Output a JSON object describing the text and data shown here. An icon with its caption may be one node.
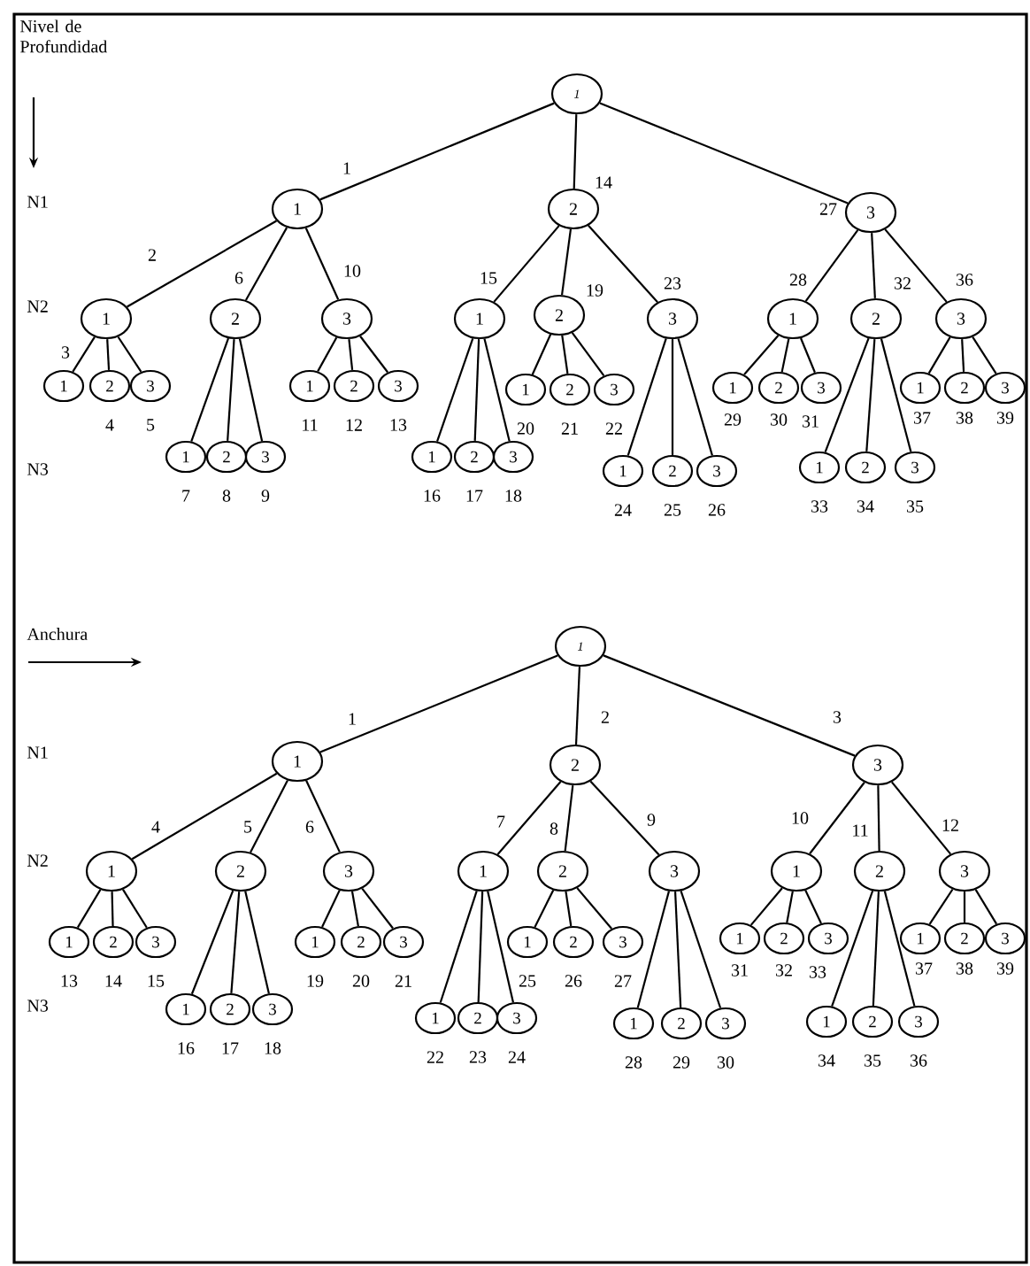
{
  "diagram": {
    "nodes": [
      {
        "text": [
          "1"
        ]
      },
      {
        "text": [
          "1"
        ],
        "beside": [
          "1"
        ]
      },
      {
        "text": [
          "2"
        ],
        "beside": [
          "14"
        ]
      },
      {
        "text": [
          "3"
        ],
        "beside": [
          "27"
        ]
      },
      {
        "text": [
          "1"
        ],
        "beside": [
          "2"
        ]
      },
      {
        "text": [
          "2"
        ],
        "beside": [
          "6"
        ]
      },
      {
        "text": [
          "3"
        ],
        "beside": [
          "10"
        ]
      },
      {
        "text": [
          "1"
        ],
        "beside": [
          "15"
        ]
      },
      {
        "text": [
          "2"
        ],
        "beside": [
          "19"
        ]
      },
      {
        "text": [
          "3"
        ],
        "beside": [
          "23"
        ]
      },
      {
        "text": [
          "1"
        ],
        "beside": [
          "28"
        ]
      },
      {
        "text": [
          "2"
        ],
        "beside": [
          "32"
        ]
      },
      {
        "text": [
          "3"
        ],
        "beside": [
          "36"
        ]
      },
      {
        "text": [
          "1"
        ],
        "beside": [
          "3"
        ]
      },
      {
        "text": [
          "2"
        ],
        "beside": [
          "4"
        ]
      },
      {
        "text": [
          "3"
        ],
        "beside": [
          "5"
        ]
      },
      {
        "text": [
          "1"
        ],
        "beside": [
          "7"
        ]
      },
      {
        "text": [
          "2"
        ],
        "beside": [
          "8"
        ]
      },
      {
        "text": [
          "3"
        ],
        "beside": [
          "9"
        ]
      },
      {
        "text": [
          "1"
        ],
        "beside": [
          "11"
        ]
      },
      {
        "text": [
          "2"
        ],
        "beside": [
          "12"
        ]
      },
      {
        "text": [
          "3"
        ],
        "beside": [
          "13"
        ]
      },
      {
        "text": [
          "1"
        ],
        "beside": [
          "16"
        ]
      },
      {
        "text": [
          "2"
        ],
        "beside": [
          "17"
        ]
      },
      {
        "text": [
          "3"
        ],
        "beside": [
          "18"
        ]
      },
      {
        "text": [
          "1"
        ],
        "beside": [
          "20"
        ]
      },
      {
        "text": [
          "2"
        ],
        "beside": [
          "21"
        ]
      },
      {
        "text": [
          "3"
        ],
        "beside": [
          "22"
        ]
      },
      {
        "text": [
          "1"
        ],
        "beside": [
          "24"
        ]
      },
      {
        "text": [
          "2"
        ],
        "beside": [
          "25"
        ]
      },
      {
        "text": [
          "3"
        ],
        "beside": [
          "26"
        ]
      },
      {
        "text": [
          "1"
        ],
        "beside": [
          "29"
        ]
      },
      {
        "text": [
          "2"
        ],
        "beside": [
          "30"
        ]
      },
      {
        "text": [
          "3"
        ],
        "beside": [
          "31"
        ]
      },
      {
        "text": [
          "1"
        ],
        "beside": [
          "33"
        ]
      },
      {
        "text": [
          "2"
        ],
        "beside": [
          "34"
        ]
      },
      {
        "text": [
          "3"
        ],
        "beside": [
          "35"
        ]
      },
      {
        "text": [
          "1"
        ],
        "beside": [
          "37"
        ]
      },
      {
        "text": [
          "2"
        ],
        "beside": [
          "38"
        ]
      },
      {
        "text": [
          "3"
        ],
        "beside": [
          "39"
        ]
      },
      {
        "text": [
          "1"
        ]
      },
      {
        "text": [
          "1"
        ],
        "beside": [
          "1"
        ]
      },
      {
        "text": [
          "2"
        ],
        "beside": [
          "2"
        ]
      },
      {
        "text": [
          "3"
        ],
        "beside": [
          "3"
        ]
      },
      {
        "text": [
          "1"
        ],
        "beside": [
          "4"
        ]
      },
      {
        "text": [
          "2"
        ],
        "beside": [
          "5"
        ]
      },
      {
        "text": [
          "3"
        ],
        "beside": [
          "6"
        ]
      },
      {
        "text": [
          "1"
        ],
        "beside": [
          "7"
        ]
      },
      {
        "text": [
          "2"
        ],
        "beside": [
          "8"
        ]
      },
      {
        "text": [
          "3"
        ],
        "beside": [
          "9"
        ]
      },
      {
        "text": [
          "1"
        ],
        "beside": [
          "10"
        ]
      },
      {
        "text": [
          "2"
        ],
        "beside": [
          "11"
        ]
      },
      {
        "text": [
          "3"
        ],
        "beside": [
          "12"
        ]
      },
      {
        "text": [
          "1"
        ],
        "beside": [
          "13"
        ]
      },
      {
        "text": [
          "2"
        ],
        "beside": [
          "14"
        ]
      },
      {
        "text": [
          "3"
        ],
        "beside": [
          "15"
        ]
      },
      {
        "text": [
          "1"
        ],
        "beside": [
          "16"
        ]
      },
      {
        "text": [
          "2"
        ],
        "beside": [
          "17"
        ]
      },
      {
        "text": [
          "3"
        ],
        "beside": [
          "18"
        ]
      },
      {
        "text": [
          "1"
        ],
        "beside": [
          "19"
        ]
      },
      {
        "text": [
          "2"
        ],
        "beside": [
          "20"
        ]
      },
      {
        "text": [
          "3"
        ],
        "beside": [
          "21"
        ]
      },
      {
        "text": [
          "1"
        ],
        "beside": [
          "22"
        ]
      },
      {
        "text": [
          "2"
        ],
        "beside": [
          "23"
        ]
      },
      {
        "text": [
          "3"
        ],
        "beside": [
          "24"
        ]
      },
      {
        "text": [
          "1"
        ],
        "beside": [
          "25"
        ]
      },
      {
        "text": [
          "2"
        ],
        "beside": [
          "26"
        ]
      },
      {
        "text": [
          "3"
        ],
        "beside": [
          "27"
        ]
      },
      {
        "text": [
          "1"
        ],
        "beside": [
          "28"
        ]
      },
      {
        "text": [
          "2"
        ],
        "beside": [
          "29"
        ]
      },
      {
        "text": [
          "3"
        ],
        "beside": [
          "30"
        ]
      },
      {
        "text": [
          "1"
        ],
        "beside": [
          "31"
        ]
      },
      {
        "text": [
          "2"
        ],
        "beside": [
          "32"
        ]
      },
      {
        "text": [
          "3"
        ],
        "beside": [
          "33"
        ]
      },
      {
        "text": [
          "1"
        ],
        "beside": [
          "34"
        ]
      },
      {
        "text": [
          "2"
        ],
        "beside": [
          "35"
        ]
      },
      {
        "text": [
          "3"
        ],
        "beside": [
          "36"
        ]
      },
      {
        "text": [
          "1"
        ],
        "beside": [
          "37"
        ]
      },
      {
        "text": [
          "2"
        ],
        "beside": [
          "38"
        ]
      },
      {
        "text": [
          "3"
        ],
        "beside": [
          "39"
        ]
      }
    ],
    "edges": [
      {
        "from": 0,
        "to": 1,
        "arrow": "none"
      },
      {
        "from": 0,
        "to": 2,
        "arrow": "none"
      },
      {
        "from": 0,
        "to": 3,
        "arrow": "none"
      },
      {
        "from": 1,
        "to": 4,
        "arrow": "none"
      },
      {
        "from": 1,
        "to": 5,
        "arrow": "none"
      },
      {
        "from": 1,
        "to": 6,
        "arrow": "none"
      },
      {
        "from": 2,
        "to": 7,
        "arrow": "none"
      },
      {
        "from": 2,
        "to": 8,
        "arrow": "none"
      },
      {
        "from": 2,
        "to": 9,
        "arrow": "none"
      },
      {
        "from": 3,
        "to": 10,
        "arrow": "none"
      },
      {
        "from": 3,
        "to": 11,
        "arrow": "none"
      },
      {
        "from": 3,
        "to": 12,
        "arrow": "none"
      },
      {
        "from": 4,
        "to": 13,
        "arrow": "none"
      },
      {
        "from": 4,
        "to": 14,
        "arrow": "none"
      },
      {
        "from": 4,
        "to": 15,
        "arrow": "none"
      },
      {
        "from": 5,
        "to": 16,
        "arrow": "none"
      },
      {
        "from": 5,
        "to": 17,
        "arrow": "none"
      },
      {
        "from": 5,
        "to": 18,
        "arrow": "none"
      },
      {
        "from": 6,
        "to": 19,
        "arrow": "none"
      },
      {
        "from": 6,
        "to": 20,
        "arrow": "none"
      },
      {
        "from": 6,
        "to": 21,
        "arrow": "none"
      },
      {
        "from": 7,
        "to": 22,
        "arrow": "none"
      },
      {
        "from": 7,
        "to": 23,
        "arrow": "none"
      },
      {
        "from": 7,
        "to": 24,
        "arrow": "none"
      },
      {
        "from": 8,
        "to": 25,
        "arrow": "none"
      },
      {
        "from": 8,
        "to": 26,
        "arrow": "none"
      },
      {
        "from": 8,
        "to": 27,
        "arrow": "none"
      },
      {
        "from": 9,
        "to": 28,
        "arrow": "none"
      },
      {
        "from": 9,
        "to": 29,
        "arrow": "none"
      },
      {
        "from": 9,
        "to": 30,
        "arrow": "none"
      },
      {
        "from": 10,
        "to": 31,
        "arrow": "none"
      },
      {
        "from": 10,
        "to": 32,
        "arrow": "none"
      },
      {
        "from": 10,
        "to": 33,
        "arrow": "none"
      },
      {
        "from": 11,
        "to": 34,
        "arrow": "none"
      },
      {
        "from": 11,
        "to": 35,
        "arrow": "none"
      },
      {
        "from": 11,
        "to": 36,
        "arrow": "none"
      },
      {
        "from": 12,
        "to": 37,
        "arrow": "none"
      },
      {
        "from": 12,
        "to": 38,
        "arrow": "none"
      },
      {
        "from": 12,
        "to": 39,
        "arrow": "none"
      },
      {
        "from": 40,
        "to": 41,
        "arrow": "none"
      },
      {
        "from": 40,
        "to": 42,
        "arrow": "none"
      },
      {
        "from": 40,
        "to": 43,
        "arrow": "none"
      },
      {
        "from": 41,
        "to": 44,
        "arrow": "none"
      },
      {
        "from": 41,
        "to": 45,
        "arrow": "none"
      },
      {
        "from": 41,
        "to": 46,
        "arrow": "none"
      },
      {
        "from": 42,
        "to": 47,
        "arrow": "none"
      },
      {
        "from": 42,
        "to": 48,
        "arrow": "none"
      },
      {
        "from": 42,
        "to": 49,
        "arrow": "none"
      },
      {
        "from": 43,
        "to": 50,
        "arrow": "none"
      },
      {
        "from": 43,
        "to": 51,
        "arrow": "none"
      },
      {
        "from": 43,
        "to": 52,
        "arrow": "none"
      },
      {
        "from": 44,
        "to": 53,
        "arrow": "none"
      },
      {
        "from": 44,
        "to": 54,
        "arrow": "none"
      },
      {
        "from": 44,
        "to": 55,
        "arrow": "none"
      },
      {
        "from": 45,
        "to": 56,
        "arrow": "none"
      },
      {
        "from": 45,
        "to": 57,
        "arrow": "none"
      },
      {
        "from": 45,
        "to": 58,
        "arrow": "none"
      },
      {
        "from": 46,
        "to": 59,
        "arrow": "none"
      },
      {
        "from": 46,
        "to": 60,
        "arrow": "none"
      },
      {
        "from": 46,
        "to": 61,
        "arrow": "none"
      },
      {
        "from": 47,
        "to": 62,
        "arrow": "none"
      },
      {
        "from": 47,
        "to": 63,
        "arrow": "none"
      },
      {
        "from": 47,
        "to": 64,
        "arrow": "none"
      },
      {
        "from": 48,
        "to": 65,
        "arrow": "none"
      },
      {
        "from": 48,
        "to": 66,
        "arrow": "none"
      },
      {
        "from": 48,
        "to": 67,
        "arrow": "none"
      },
      {
        "from": 49,
        "to": 68,
        "arrow": "none"
      },
      {
        "from": 49,
        "to": 69,
        "arrow": "none"
      },
      {
        "from": 49,
        "to": 70,
        "arrow": "none"
      },
      {
        "from": 50,
        "to": 71,
        "arrow": "none"
      },
      {
        "from": 50,
        "to": 72,
        "arrow": "none"
      },
      {
        "from": 50,
        "to": 73,
        "arrow": "none"
      },
      {
        "from": 51,
        "to": 74,
        "arrow": "none"
      },
      {
        "from": 51,
        "to": 75,
        "arrow": "none"
      },
      {
        "from": 51,
        "to": 76,
        "arrow": "none"
      },
      {
        "from": 52,
        "to": 77,
        "arrow": "none"
      },
      {
        "from": 52,
        "to": 78,
        "arrow": "none"
      },
      {
        "from": 52,
        "to": 79,
        "arrow": "none"
      }
    ],
    "labels": [
      "Nivel de Profundidad",
      "N1",
      "N2",
      "N3",
      "Anchura",
      "N1",
      "N2",
      "N3"
    ]
  }
}
